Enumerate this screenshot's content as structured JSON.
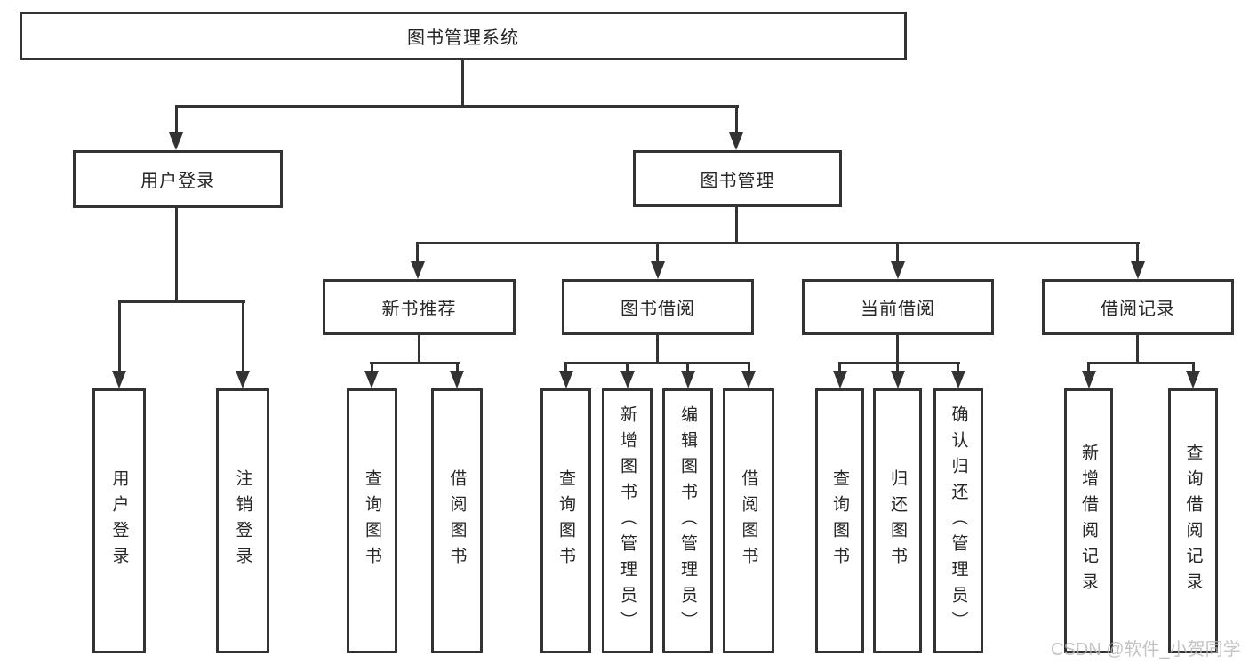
{
  "colors": {
    "line": "#333333",
    "text": "#262626",
    "background": "#ffffff",
    "watermark": "#b5b5b5"
  },
  "watermark": "CSDN @软件_小贺同学",
  "tree": {
    "label": "图书管理系统",
    "children": [
      {
        "label": "用户登录",
        "children": [
          {
            "label": "用户登录"
          },
          {
            "label": "注销登录"
          }
        ]
      },
      {
        "label": "图书管理",
        "children": [
          {
            "label": "新书推荐",
            "children": [
              {
                "label": "查询图书"
              },
              {
                "label": "借阅图书"
              }
            ]
          },
          {
            "label": "图书借阅",
            "children": [
              {
                "label": "查询图书"
              },
              {
                "label": "新增图书（管理员）"
              },
              {
                "label": "编辑图书（管理员）"
              },
              {
                "label": "借阅图书"
              }
            ]
          },
          {
            "label": "当前借阅",
            "children": [
              {
                "label": "查询图书"
              },
              {
                "label": "归还图书"
              },
              {
                "label": "确认归还（管理员）"
              }
            ]
          },
          {
            "label": "借阅记录",
            "children": [
              {
                "label": "新增借阅记录"
              },
              {
                "label": "查询借阅记录"
              }
            ]
          }
        ]
      }
    ]
  }
}
